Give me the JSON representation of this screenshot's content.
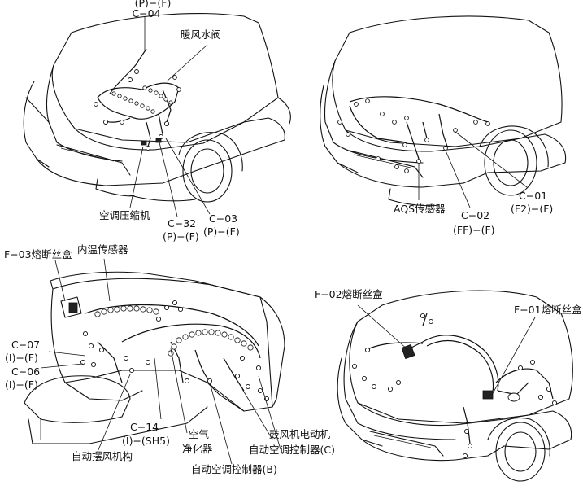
{
  "diagrams": [
    {
      "labels": [
        {
          "key": "p1_top",
          "text": "(P)−(F)"
        },
        {
          "key": "p1_c04",
          "text": "C−04"
        },
        {
          "key": "p1_heater_valve",
          "text": "暖风水阀"
        },
        {
          "key": "p1_compressor",
          "text": "空调压缩机"
        },
        {
          "key": "p1_c32",
          "text": "C−32"
        },
        {
          "key": "p1_c32_code",
          "text": "(P)−(F)"
        },
        {
          "key": "p1_c03",
          "text": "C−03"
        },
        {
          "key": "p1_c03_code",
          "text": "(P)−(F)"
        }
      ]
    },
    {
      "labels": [
        {
          "key": "p2_aqs",
          "text": "AQS传感器"
        },
        {
          "key": "p2_c02",
          "text": "C−02"
        },
        {
          "key": "p2_c02_code",
          "text": "(FF)−(F)"
        },
        {
          "key": "p2_c01",
          "text": "C−01"
        },
        {
          "key": "p2_c01_code",
          "text": "(F2)−(F)"
        }
      ]
    },
    {
      "labels": [
        {
          "key": "p3_f03",
          "text": "F−03熔断丝盒"
        },
        {
          "key": "p3_inner_temp",
          "text": "内温传感器"
        },
        {
          "key": "p3_c07",
          "text": "C−07"
        },
        {
          "key": "p3_c07_code",
          "text": "(I)−(F)"
        },
        {
          "key": "p3_c06",
          "text": "C−06"
        },
        {
          "key": "p3_c06_code",
          "text": "(I)−(F)"
        },
        {
          "key": "p3_c14",
          "text": "C−14"
        },
        {
          "key": "p3_c14_code",
          "text": "(I)−(SH5)"
        },
        {
          "key": "p3_air_purifier_1",
          "text": "空气"
        },
        {
          "key": "p3_air_purifier_2",
          "text": "净化器"
        },
        {
          "key": "p3_auto_swing",
          "text": "自动摆风机构"
        },
        {
          "key": "p3_blower",
          "text": "鼓风机电动机"
        },
        {
          "key": "p3_ac_ctrl_c",
          "text": "自动空调控制器(C)"
        },
        {
          "key": "p3_ac_ctrl_b",
          "text": "自动空调控制器(B)"
        }
      ]
    },
    {
      "labels": [
        {
          "key": "p4_f02",
          "text": "F−02熔断丝盒"
        },
        {
          "key": "p4_f01",
          "text": "F−01熔断丝盒"
        }
      ]
    }
  ]
}
